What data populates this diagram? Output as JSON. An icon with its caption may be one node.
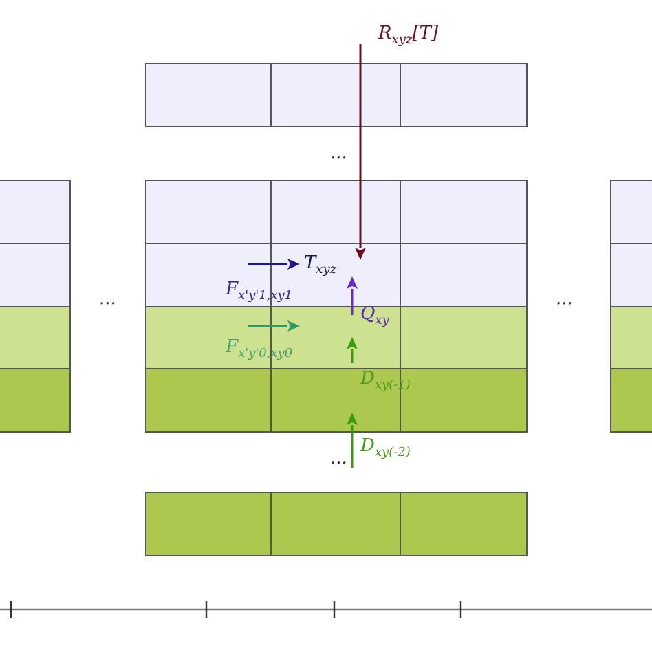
{
  "diagram": {
    "labels": [
      "R$_{xyz}$[T]",
      "...",
      "T$_{xyz}$",
      "F$_{x'y'1,xy1}$",
      "...",
      "...",
      "Q$_{xy}$",
      "F$_{x'y'0,xy0}$",
      "D$_{xy(-1)}$",
      "D$_{xy(-2)}$",
      "..."
    ]
  }
}
